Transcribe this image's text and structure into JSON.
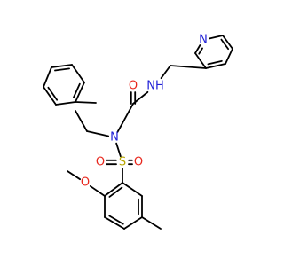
{
  "colors": {
    "bond": "#000000",
    "background": "#ffffff",
    "N": "#1f1fd6",
    "O": "#e8271d",
    "S": "#b8a600"
  },
  "molecule": {
    "atoms": [
      {
        "id": "n_pyr",
        "element": "N",
        "label": "N",
        "color": "N"
      },
      {
        "id": "o_amide",
        "element": "O",
        "label": "O",
        "color": "O"
      },
      {
        "id": "n_amide",
        "element": "N",
        "label": "NH",
        "color": "N"
      },
      {
        "id": "n_sulfonamide",
        "element": "N",
        "label": "N",
        "color": "N"
      },
      {
        "id": "s",
        "element": "S",
        "label": "S",
        "color": "S"
      },
      {
        "id": "o_s_left",
        "element": "O",
        "label": "O",
        "color": "O"
      },
      {
        "id": "o_s_right",
        "element": "O",
        "label": "O",
        "color": "O"
      },
      {
        "id": "o_methoxy",
        "element": "O",
        "label": "O",
        "color": "O"
      }
    ]
  }
}
